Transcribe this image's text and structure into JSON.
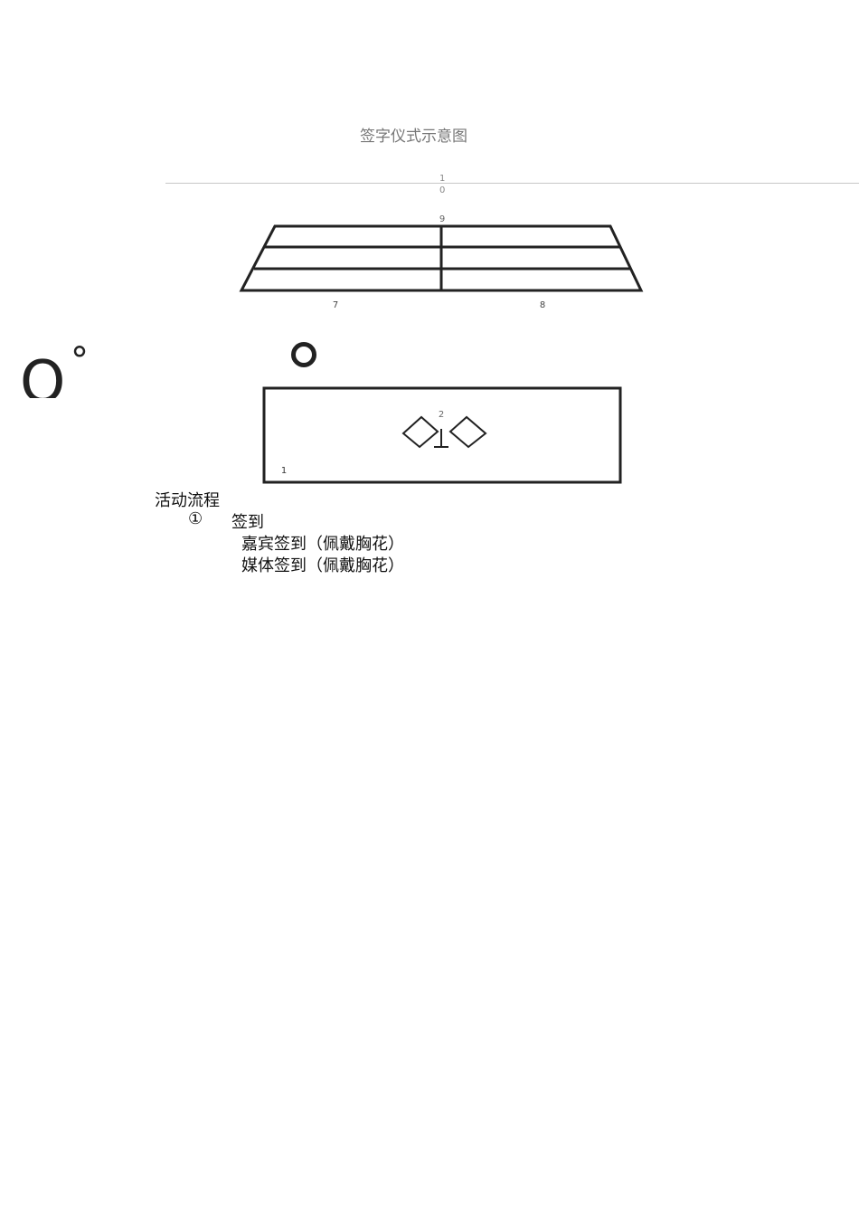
{
  "diagram": {
    "title": "签字仪式示意图",
    "label_10_top": "1",
    "label_10_bottom": "0",
    "label_9": "9",
    "label_7": "7",
    "label_8": "8",
    "label_2": "2",
    "label_1": "1"
  },
  "artifacts": {
    "big_char": "O",
    "degree_symbol": "°"
  },
  "content": {
    "heading": "活动流程",
    "step_number": "①",
    "step_label": "签到",
    "items": [
      "嘉宾签到（佩戴胸花）",
      "媒体签到（佩戴胸花）"
    ]
  }
}
